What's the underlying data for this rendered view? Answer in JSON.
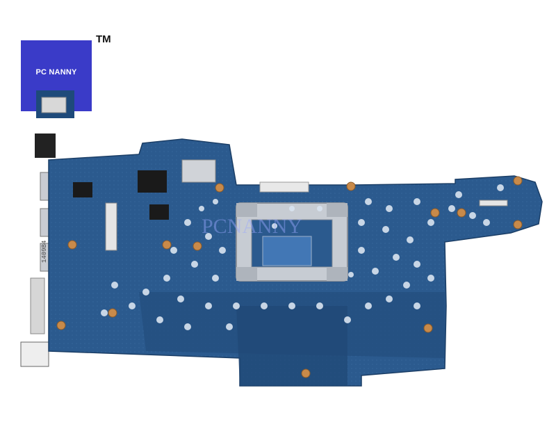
{
  "logo": {
    "text": "PC NANNY",
    "trademark": "TM"
  },
  "watermark": {
    "text": "PCNANNY"
  },
  "board": {
    "connector_label": "1409B4"
  },
  "colors": {
    "logo_bg": "#3a3bc8",
    "pcb": "#2b5a8e",
    "pcb_dark": "#1f4775",
    "hole": "#d9e4f0",
    "gold": "#c88a4a"
  }
}
